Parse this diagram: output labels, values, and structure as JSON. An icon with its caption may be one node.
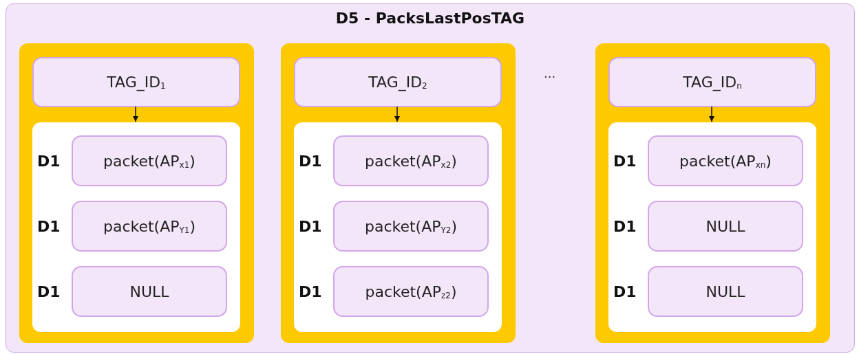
{
  "diagram": {
    "nodes": [
      {
        "text": [
          "D5 - PacksLastPosTAG"
        ]
      },
      {
        "text": [],
        "shape": "box",
        "in": 0
      },
      {
        "text": [
          "TAG_ID$_{1}$"
        ],
        "in": 1
      },
      {
        "text": [],
        "shape": "box",
        "in": 1
      },
      {
        "text": [
          "packet(AP$_{x1}$)"
        ],
        "in": 3,
        "beside": [
          "D1"
        ]
      },
      {
        "text": [
          "packet(AP$_{Y1}$)"
        ],
        "in": 3,
        "beside": [
          "D1"
        ]
      },
      {
        "text": [
          "NULL"
        ],
        "in": 3,
        "beside": [
          "D1"
        ]
      },
      {
        "text": [],
        "shape": "box",
        "in": 0
      },
      {
        "text": [
          "TAG_ID$_{2}$"
        ],
        "in": 7
      },
      {
        "text": [],
        "shape": "box",
        "in": 7
      },
      {
        "text": [
          "packet(AP$_{x2}$)"
        ],
        "in": 9,
        "beside": [
          "D1"
        ]
      },
      {
        "text": [
          "packet(AP$_{Y2}$)"
        ],
        "in": 9,
        "beside": [
          "D1"
        ]
      },
      {
        "text": [
          "packet(AP$_{z2}$)"
        ],
        "in": 9,
        "beside": [
          "D1"
        ]
      },
      {
        "text": [],
        "shape": "box",
        "in": 0
      },
      {
        "text": [
          "TAG_ID$_{n}$"
        ],
        "in": 13
      },
      {
        "text": [],
        "shape": "box",
        "in": 13
      },
      {
        "text": [
          "packet(AP$_{xn}$)"
        ],
        "in": 15,
        "beside": [
          "D1"
        ]
      },
      {
        "text": [
          "NULL"
        ],
        "in": 15,
        "beside": [
          "D1"
        ]
      },
      {
        "text": [
          "NULL"
        ],
        "in": 15,
        "beside": [
          "D1"
        ]
      }
    ],
    "edges": [
      {
        "from": 2,
        "to": 3,
        "arrow": "to"
      },
      {
        "from": 8,
        "to": 9,
        "arrow": "to"
      },
      {
        "from": 14,
        "to": 15,
        "arrow": "to"
      }
    ],
    "labels": [
      "..."
    ]
  }
}
